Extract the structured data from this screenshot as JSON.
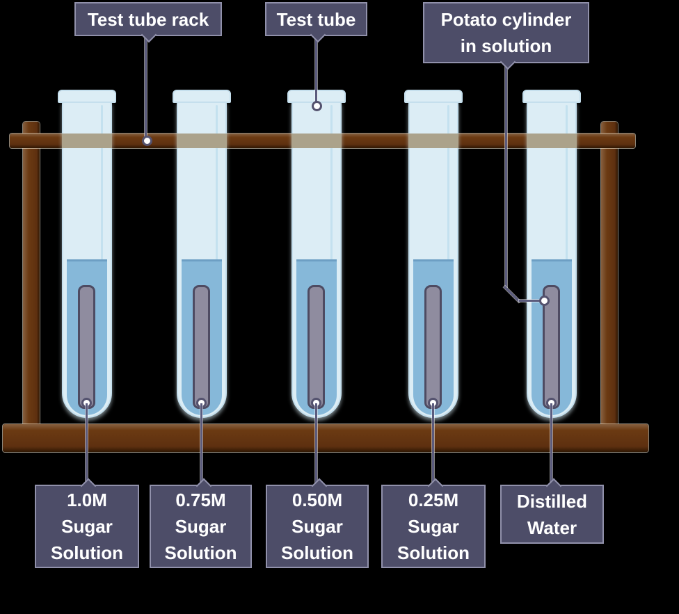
{
  "colors": {
    "bg": "#000000",
    "label_bg": "#4d4d68",
    "label_border": "#9191ab",
    "label_text": "#ffffff",
    "line": "#5b5b7d",
    "rack_light": "#876040",
    "rack_mid": "#6b3a12",
    "rack_dark": "#5e3010",
    "rack_shadow": "#2f1703",
    "band": "#aba28b",
    "glass": "#dcedf5",
    "glass_border": "#c5dfed",
    "glass_shine": "#c4e1ef",
    "liquid": "#86b8d9",
    "liquid_edge": "#6d9fc4",
    "potato": "#8f8c9f",
    "potato_border": "#4e4b62",
    "dot_fill": "#ffffff",
    "dot_ring": "#54526e"
  },
  "labels": {
    "top": [
      {
        "lines": [
          "Test tube rack"
        ]
      },
      {
        "lines": [
          "Test tube"
        ]
      },
      {
        "lines": [
          "Potato cylinder",
          "in solution"
        ]
      }
    ],
    "bottom": [
      {
        "lines": [
          "1.0M",
          "Sugar",
          "Solution"
        ]
      },
      {
        "lines": [
          "0.75M",
          "Sugar",
          "Solution"
        ]
      },
      {
        "lines": [
          "0.50M",
          "Sugar",
          "Solution"
        ]
      },
      {
        "lines": [
          "0.25M",
          "Sugar",
          "Solution"
        ]
      },
      {
        "lines": [
          "Distilled",
          "Water"
        ]
      }
    ]
  }
}
